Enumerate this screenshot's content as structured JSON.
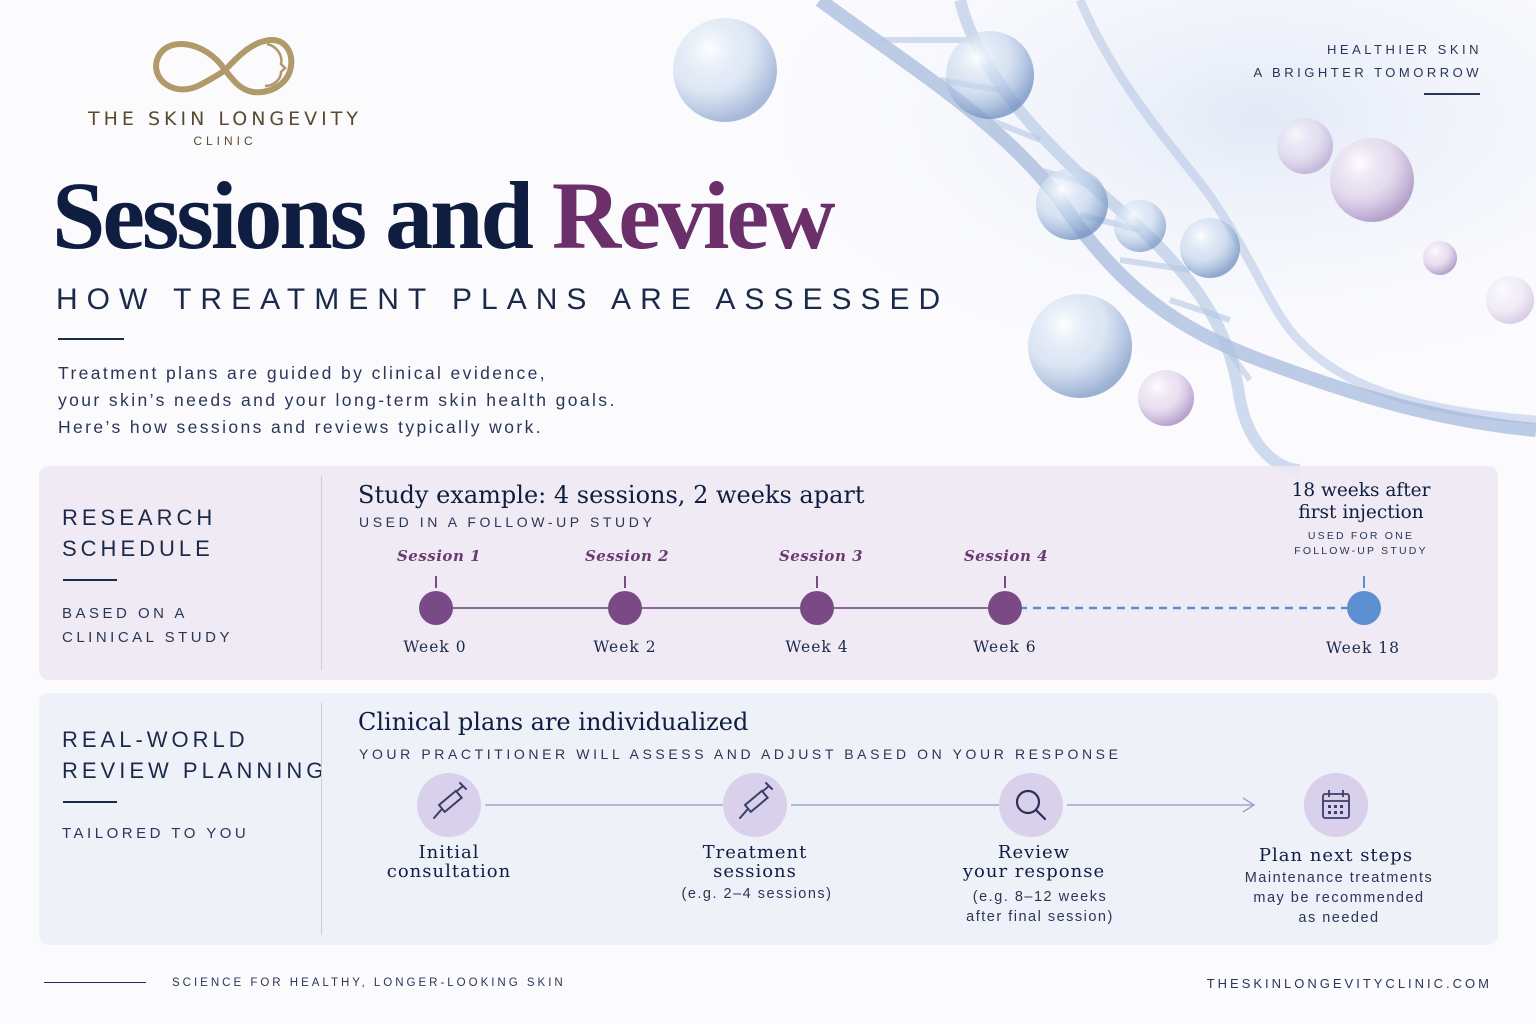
{
  "brand": {
    "name": "THE SKIN LONGEVITY",
    "sub": "CLINIC",
    "logo_icon": "infinity-face-icon",
    "gold": "#b09a6a"
  },
  "tagline": {
    "line1": "HEALTHIER SKIN",
    "line2": "A BRIGHTER TOMORROW"
  },
  "header": {
    "title_main": "Sessions and",
    "title_accent": "Review",
    "subtitle": "HOW TREATMENT PLANS ARE ASSESSED",
    "intro": [
      "Treatment plans are guided by clinical evidence,",
      "your skin’s needs and your long-term skin health goals.",
      "Here’s how sessions and reviews typically work."
    ]
  },
  "research": {
    "side_title": [
      "RESEARCH",
      "SCHEDULE"
    ],
    "side_note": [
      "BASED ON A",
      "CLINICAL STUDY"
    ],
    "heading": "Study example: 4 sessions, 2 weeks apart",
    "caption": "USED IN A FOLLOW-UP STUDY",
    "sessions": [
      {
        "label": "Session 1",
        "week": "Week 0"
      },
      {
        "label": "Session 2",
        "week": "Week 2"
      },
      {
        "label": "Session 3",
        "week": "Week 4"
      },
      {
        "label": "Session 4",
        "week": "Week 6"
      }
    ],
    "final": {
      "label_line1": "18 weeks after",
      "label_line2": "first injection",
      "note_line1": "USED FOR ONE",
      "note_line2": "FOLLOW-UP STUDY",
      "week": "Week 18"
    },
    "session_color": "#7a4a86",
    "final_color": "#5b8fd0"
  },
  "real_world": {
    "side_title": [
      "REAL-WORLD",
      "REVIEW PLANNING"
    ],
    "side_note": "TAILORED TO YOU",
    "heading": "Clinical plans are individualized",
    "caption": "YOUR PRACTITIONER WILL ASSESS AND ADJUST BASED ON YOUR RESPONSE",
    "steps": [
      {
        "icon": "syringe-icon",
        "title": [
          "Initial",
          "consultation"
        ],
        "note": []
      },
      {
        "icon": "syringe-icon",
        "title": [
          "Treatment",
          "sessions"
        ],
        "note": [
          "(e.g. 2–4 sessions)"
        ]
      },
      {
        "icon": "magnifier-icon",
        "title": [
          "Review",
          "your response"
        ],
        "note": [
          "(e.g. 8–12 weeks",
          "after final session)"
        ]
      },
      {
        "icon": "calendar-icon",
        "title": [
          "Plan next steps"
        ],
        "note": [
          "Maintenance treatments",
          "may be recommended",
          "as needed"
        ]
      }
    ]
  },
  "footer": {
    "left": "SCIENCE FOR HEALTHY, LONGER-LOOKING SKIN",
    "right": "THESKINLONGEVITYCLINIC.COM"
  }
}
